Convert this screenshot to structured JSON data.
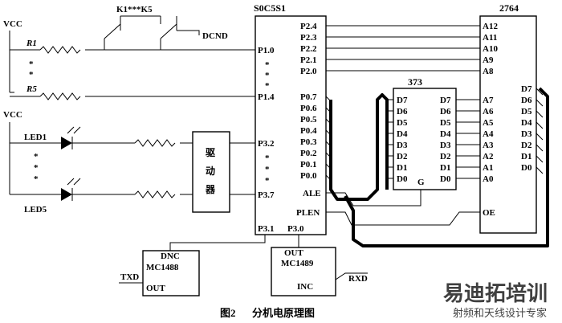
{
  "title": "图2 分机电原理图",
  "title_number": "图2",
  "title_text": "分机电原理图",
  "mcu": {
    "name": "S0C5S1",
    "left_pins": [
      "P1.0",
      "P1.4",
      "P3.2",
      "P3.7",
      "P3.1",
      "P3.0"
    ],
    "right_pins": [
      "P2.4",
      "P2.3",
      "P2.2",
      "P2.1",
      "P2.0",
      "P0.7",
      "P0.6",
      "P0.5",
      "P0.4",
      "P0.3",
      "P0.2",
      "P0.1",
      "P0.0",
      "ALE",
      "PLEN"
    ]
  },
  "latch": {
    "name": "373",
    "left_pins": [
      "D7",
      "D6",
      "D5",
      "D4",
      "D3",
      "D2",
      "D1",
      "D0"
    ],
    "right_pins": [
      "D7",
      "D6",
      "D5",
      "D4",
      "D3",
      "D2",
      "D1",
      "D0"
    ],
    "gate": "G"
  },
  "eprom": {
    "name": "2764",
    "left_pins": [
      "A12",
      "A11",
      "A10",
      "A9",
      "A8",
      "A7",
      "A6",
      "A5",
      "A4",
      "A3",
      "A2",
      "A1",
      "A0",
      "OE"
    ],
    "right_pins": [
      "D7",
      "D6",
      "D5",
      "D4",
      "D3",
      "D2",
      "D1",
      "D0"
    ]
  },
  "driver": {
    "name": "驱动器"
  },
  "tx_chip": {
    "top": "DNC",
    "name": "MC1488",
    "out": "OUT",
    "signal": "TXD"
  },
  "rx_chip": {
    "top": "OUT",
    "name": "MC1489",
    "in": "INC",
    "signal": "RXD"
  },
  "labels": {
    "vcc_top": "VCC",
    "vcc_led": "VCC",
    "r1": "R1",
    "r5": "R5",
    "keys": "K1***K5",
    "gnd": "DCND",
    "led1": "LED1",
    "led5": "LED5",
    "star": "*"
  },
  "watermark": {
    "main": "易迪拓培训",
    "sub": "射频和天线设计专家"
  }
}
